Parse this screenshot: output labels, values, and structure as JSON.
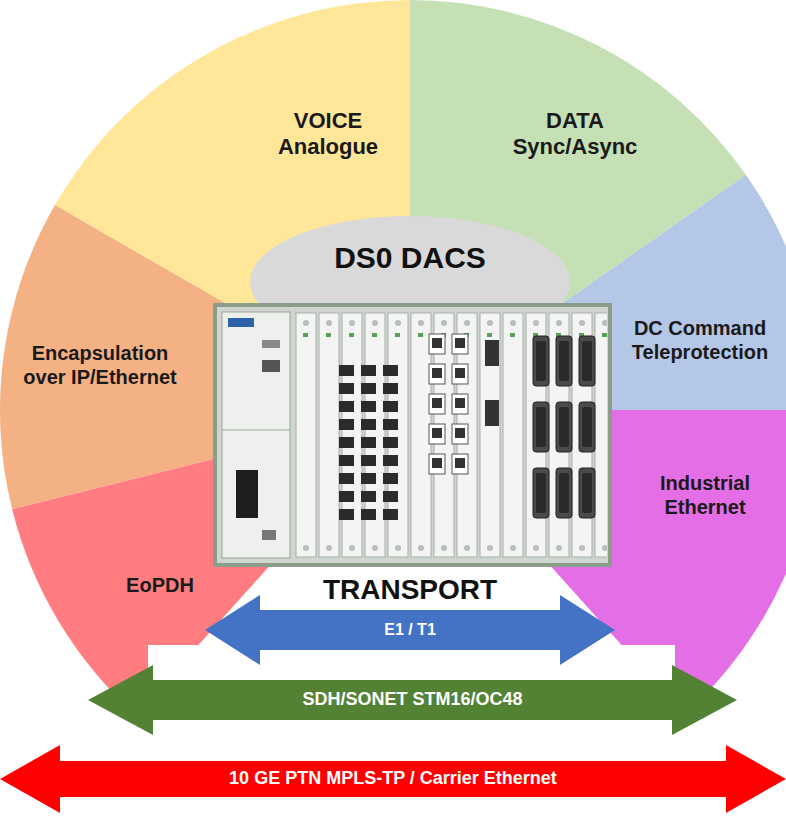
{
  "diagram": {
    "nodes": [
      {
        "text": [
          "VOICE Analogue"
        ]
      },
      {
        "text": [
          "DATA Sync/Async"
        ]
      },
      {
        "text": [
          "DS0 DACS"
        ]
      },
      {
        "text": [
          "Encapsulation over IP/Ethernet"
        ]
      },
      {
        "text": [
          "DC Command Teleprotection"
        ]
      },
      {
        "text": [
          "Industrial Ethernet"
        ]
      },
      {
        "text": [
          "EoPDH"
        ]
      },
      {
        "text": [
          "E1 / T1"
        ]
      },
      {
        "text": [
          "SDH/SONET STM16/OC48"
        ]
      },
      {
        "text": [
          "10 GE PTN MPLS-TP / Carrier Ethernet"
        ]
      }
    ],
    "labels": [
      "TRANSPORT"
    ]
  }
}
